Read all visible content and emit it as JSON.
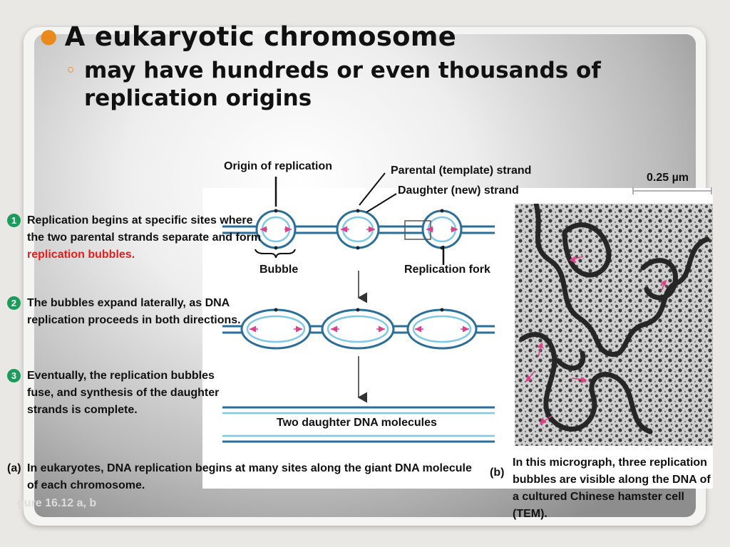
{
  "slide": {
    "title": "A eukaryotic chromosome",
    "subtitle": "may have hundreds or even thousands of replication origins"
  },
  "figure": {
    "labels": {
      "origin": "Origin of replication",
      "parental": "Parental (template) strand",
      "daughter": "Daughter (new) strand",
      "bubble": "Bubble",
      "fork": "Replication fork",
      "two_daughter": "Two daughter DNA molecules",
      "scale": "0.25 µm"
    },
    "steps": [
      {
        "num": "1",
        "text_before": "Replication begins at specific sites where the two parental strands separate and form ",
        "highlight": "replication bubbles."
      },
      {
        "num": "2",
        "text": "The bubbles expand laterally, as DNA replication proceeds in both directions."
      },
      {
        "num": "3",
        "text": "Eventually, the replication bubbles fuse, and synthesis of the daughter strands is complete."
      }
    ],
    "caption_a_label": "(a)",
    "caption_a": "In eukaryotes, DNA replication begins at many sites along the giant DNA molecule of each chromosome.",
    "caption_b_label": "(b)",
    "caption_b": "In this micrograph, three replication bubbles are visible along the DNA of a cultured Chinese hamster cell (TEM).",
    "figure_ref": "gure 16.12 a, b"
  },
  "colors": {
    "bullet": "#e88a1c",
    "parental_strand": "#2a6f99",
    "daughter_strand": "#7fc8e8",
    "arrow": "#e0408a",
    "step_num": "#1d9b5a",
    "highlight": "#e0201e"
  }
}
